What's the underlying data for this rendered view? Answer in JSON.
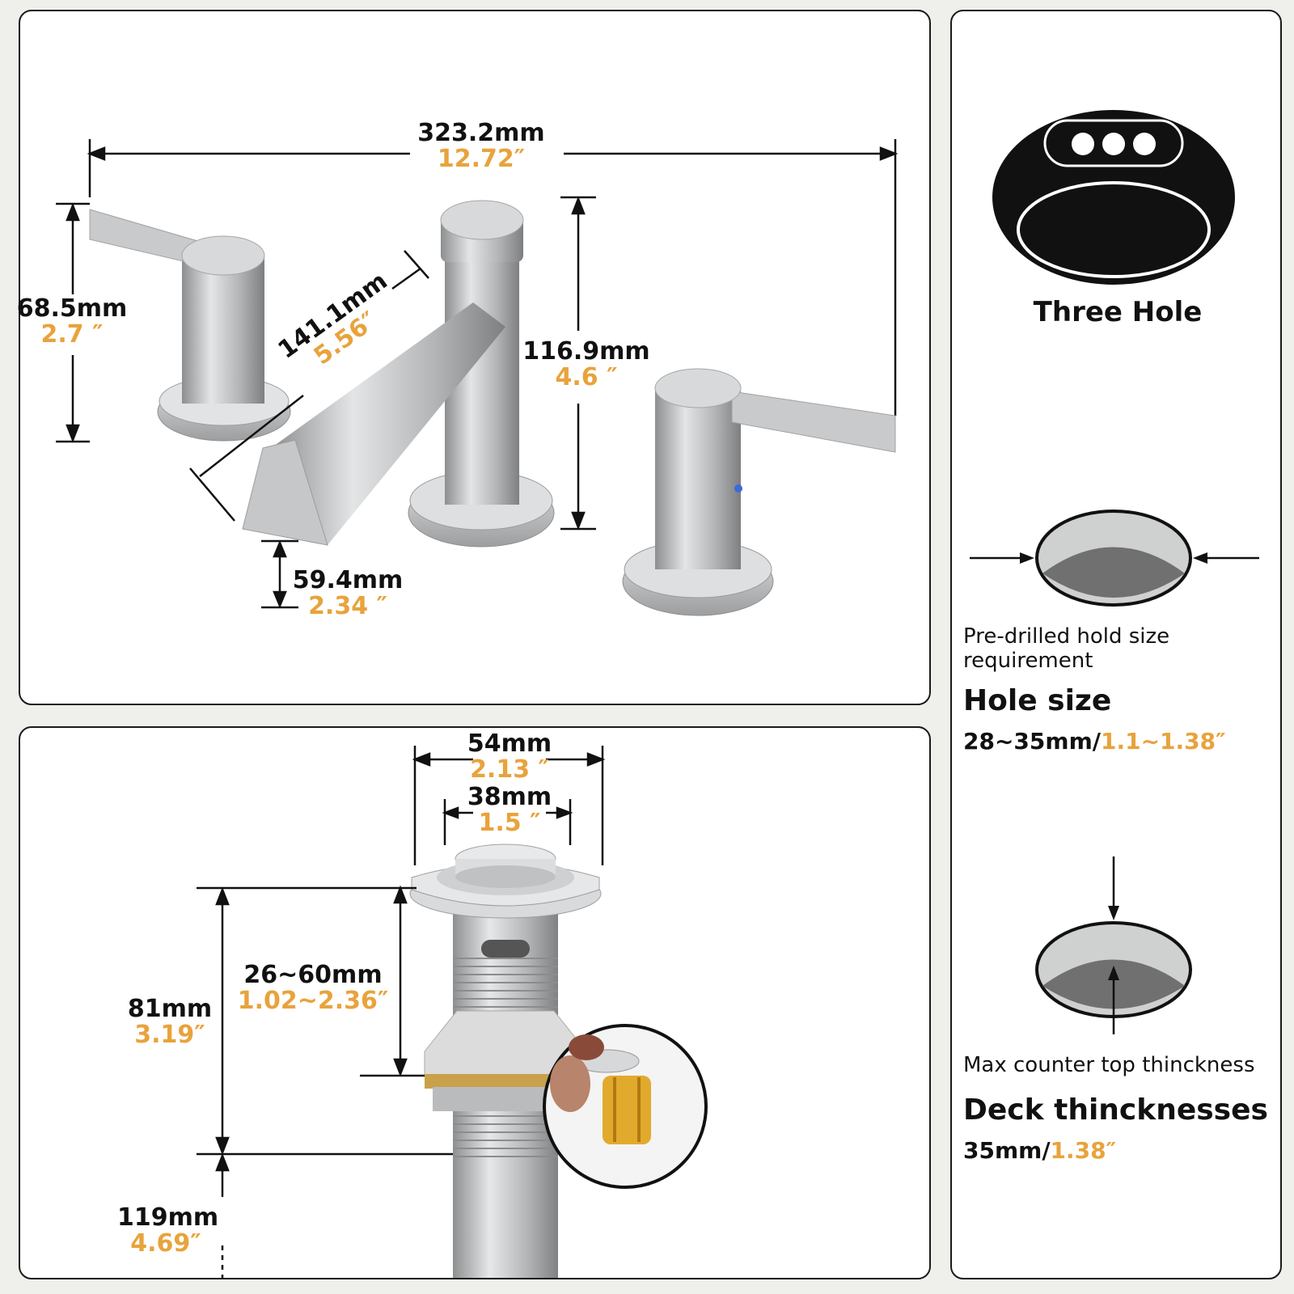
{
  "colors": {
    "accent": "#e8a33c",
    "ink": "#111111",
    "metal": "#b9bbbd"
  },
  "faucet_dims": {
    "width": {
      "mm": "323.2mm",
      "in": "12.72″"
    },
    "handle": {
      "mm": "68.5mm",
      "in": "2.7 ″"
    },
    "spout_len": {
      "mm": "141.1mm",
      "in": "5.56″"
    },
    "height": {
      "mm": "116.9mm",
      "in": "4.6 ″"
    },
    "spout_h": {
      "mm": "59.4mm",
      "in": "2.34 ″"
    }
  },
  "drain_dims": {
    "outer": {
      "mm": "54mm",
      "in": "2.13 ″"
    },
    "inner": {
      "mm": "38mm",
      "in": "1.5 ″"
    },
    "range": {
      "mm": "26~60mm",
      "in": "1.02~2.36″"
    },
    "body": {
      "mm": "81mm",
      "in": "3.19″"
    },
    "tail": {
      "mm": "119mm",
      "in": "4.69″"
    }
  },
  "sidebar": {
    "three_hole_label": "Three Hole",
    "hole_caption": "Pre-drilled hold size requirement",
    "hole_title": "Hole size",
    "hole_value_mm": "28~35mm/",
    "hole_value_in": "1.1~1.38″",
    "deck_caption": "Max counter top thinckness",
    "deck_title": "Deck thincknesses",
    "deck_value_mm": "35mm/",
    "deck_value_in": "1.38″"
  }
}
